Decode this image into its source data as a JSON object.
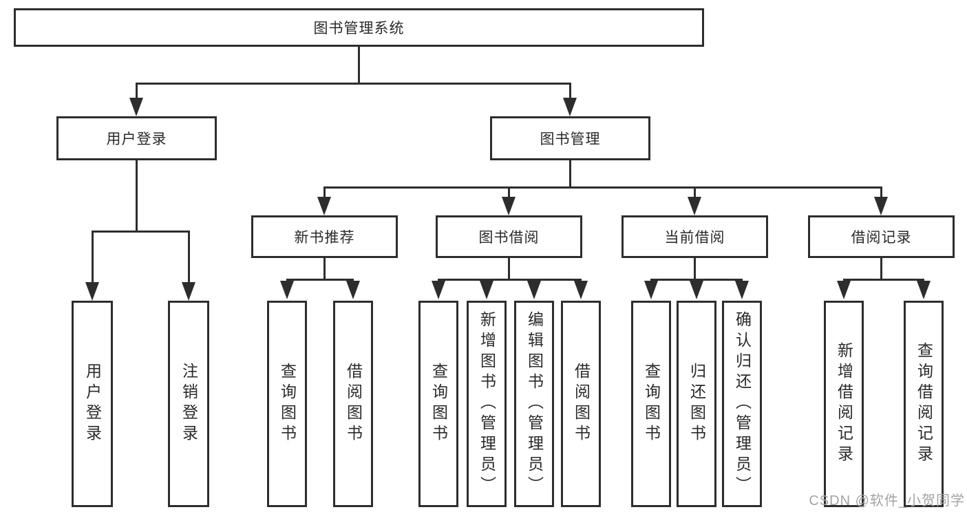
{
  "watermark": "CSDN @软件_小贺同学",
  "diagram": {
    "root": {
      "label": "图书管理系统"
    },
    "level2": {
      "user_login": {
        "label": "用户登录"
      },
      "book_mgmt": {
        "label": "图书管理"
      }
    },
    "level3": {
      "new_book_rec": {
        "label": "新书推荐"
      },
      "book_borrow": {
        "label": "图书借阅"
      },
      "current_borrow": {
        "label": "当前借阅"
      },
      "borrow_record": {
        "label": "借阅记录"
      }
    },
    "leaves": {
      "login_user_login": {
        "label": "用户登录"
      },
      "login_logout": {
        "label": "注销登录"
      },
      "rec_query_book": {
        "label": "查询图书"
      },
      "rec_borrow_book": {
        "label": "借阅图书"
      },
      "borrow_query_book": {
        "label": "查询图书"
      },
      "borrow_add_book": {
        "label": "新增图书（管理员）"
      },
      "borrow_edit_book": {
        "label": "编辑图书（管理员）"
      },
      "borrow_borrow_book": {
        "label": "借阅图书"
      },
      "cur_query_book": {
        "label": "查询图书"
      },
      "cur_return_book": {
        "label": "归还图书"
      },
      "cur_confirm_return": {
        "label": "确认归还（管理员）"
      },
      "record_add_record": {
        "label": "新增借阅记录"
      },
      "record_query_record": {
        "label": "查询借阅记录"
      }
    }
  }
}
